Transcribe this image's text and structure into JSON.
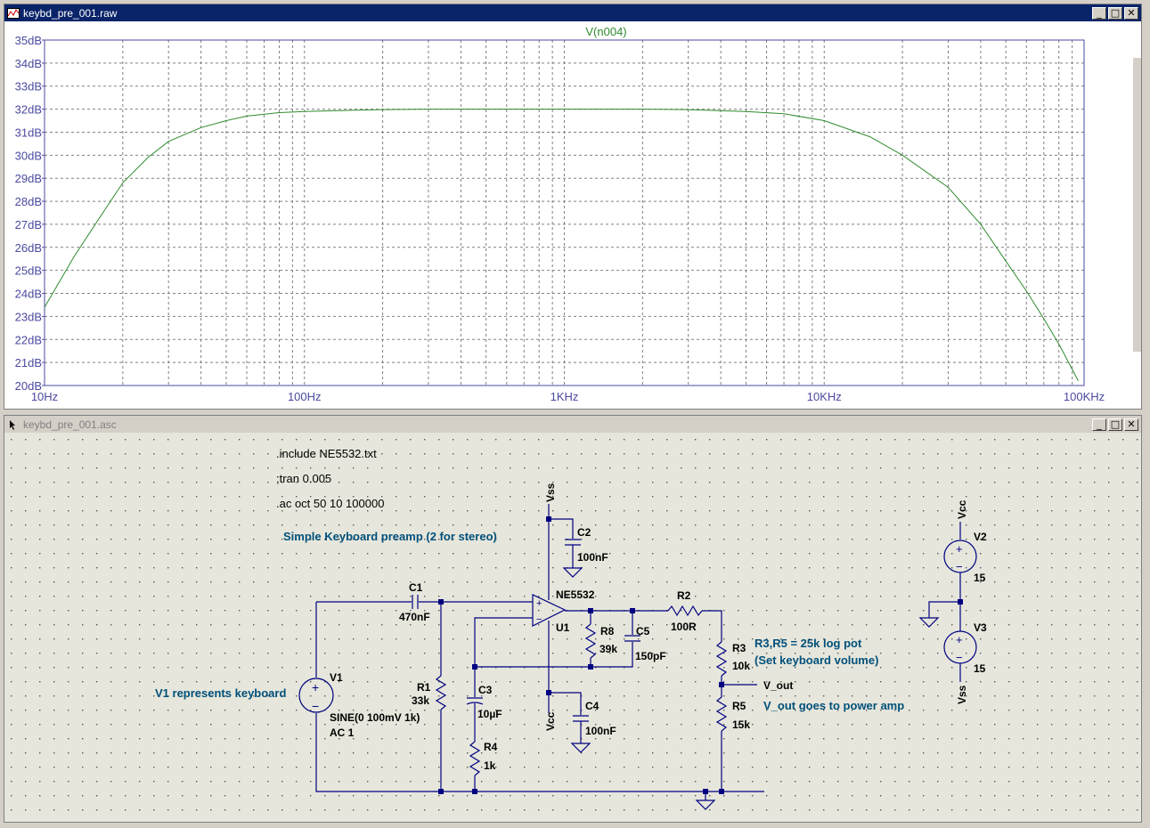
{
  "plot_window": {
    "title": "keybd_pre_001.raw",
    "buttons": [
      "min",
      "max",
      "close"
    ]
  },
  "schematic_window": {
    "title": "keybd_pre_001.asc",
    "buttons": [
      "min",
      "max",
      "close"
    ]
  },
  "chart_data": {
    "type": "line",
    "title": "V(n004)",
    "xscale": "log",
    "xlim": [
      10,
      100000
    ],
    "ylim": [
      20,
      35
    ],
    "grid": true,
    "x_ticks": [
      "10Hz",
      "100Hz",
      "1KHz",
      "10KHz",
      "100KHz"
    ],
    "y_ticks": [
      "35dB",
      "34dB",
      "33dB",
      "32dB",
      "31dB",
      "30dB",
      "29dB",
      "28dB",
      "27dB",
      "26dB",
      "25dB",
      "24dB",
      "23dB",
      "22dB",
      "21dB",
      "20dB"
    ],
    "series": [
      {
        "name": "V(n004)",
        "color": "#2e8b2e",
        "x": [
          10,
          13,
          17,
          20,
          25,
          30,
          40,
          50,
          60,
          80,
          100,
          150,
          200,
          300,
          500,
          1000,
          2000,
          3000,
          5000,
          7000,
          10000,
          15000,
          20000,
          30000,
          40000,
          50000,
          60000,
          70000,
          80000,
          90000,
          95000
        ],
        "y": [
          23.4,
          25.6,
          27.6,
          28.8,
          29.9,
          30.6,
          31.2,
          31.5,
          31.7,
          31.85,
          31.9,
          31.95,
          31.98,
          32.0,
          32.0,
          32.0,
          32.0,
          31.98,
          31.9,
          31.8,
          31.5,
          30.8,
          30.0,
          28.6,
          27.0,
          25.4,
          24.1,
          22.9,
          21.8,
          20.7,
          20.2
        ]
      }
    ]
  },
  "schematic": {
    "directives": [
      ".include NE5532.txt",
      ";tran 0.005",
      ".ac oct 50 10 100000"
    ],
    "comment_title": "Simple Keyboard preamp (2 for stereo)",
    "comment_v1": "V1 represents keyboard",
    "comment_pot_1": "R3,R5 = 25k log pot",
    "comment_pot_2": "(Set keyboard volume)",
    "comment_vout": "V_out goes to power amp",
    "net_vout": "V_out",
    "supply_labels": {
      "vss_top": "Vss",
      "vcc_opamp": "Vcc",
      "vcc_right": "Vcc",
      "vss_right": "Vss"
    },
    "components": {
      "c1": {
        "name": "C1",
        "value": "470nF"
      },
      "c2": {
        "name": "C2",
        "value": "100nF"
      },
      "c3": {
        "name": "C3",
        "value": "10µF"
      },
      "c4": {
        "name": "C4",
        "value": "100nF"
      },
      "c5": {
        "name": "C5",
        "value": "150pF"
      },
      "r1": {
        "name": "R1",
        "value": "33k"
      },
      "r2": {
        "name": "R2",
        "value": "100R"
      },
      "r3": {
        "name": "R3",
        "value": "10k"
      },
      "r4": {
        "name": "R4",
        "value": "1k"
      },
      "r5": {
        "name": "R5",
        "value": "15k"
      },
      "r8": {
        "name": "R8",
        "value": "39k"
      },
      "u1": {
        "name": "U1",
        "value": "NE5532"
      },
      "v1": {
        "name": "V1",
        "value": "SINE(0 100mV 1k)",
        "value2": "AC 1"
      },
      "v2": {
        "name": "V2",
        "value": "15"
      },
      "v3": {
        "name": "V3",
        "value": "15"
      }
    }
  },
  "colors": {
    "plot_axis": "#4a4aa0",
    "plot_grid": "#808080",
    "trace": "#2e8b2e",
    "wire": "#000080",
    "comment": "#00507a",
    "schematic_bg": "#e6e6dc"
  }
}
